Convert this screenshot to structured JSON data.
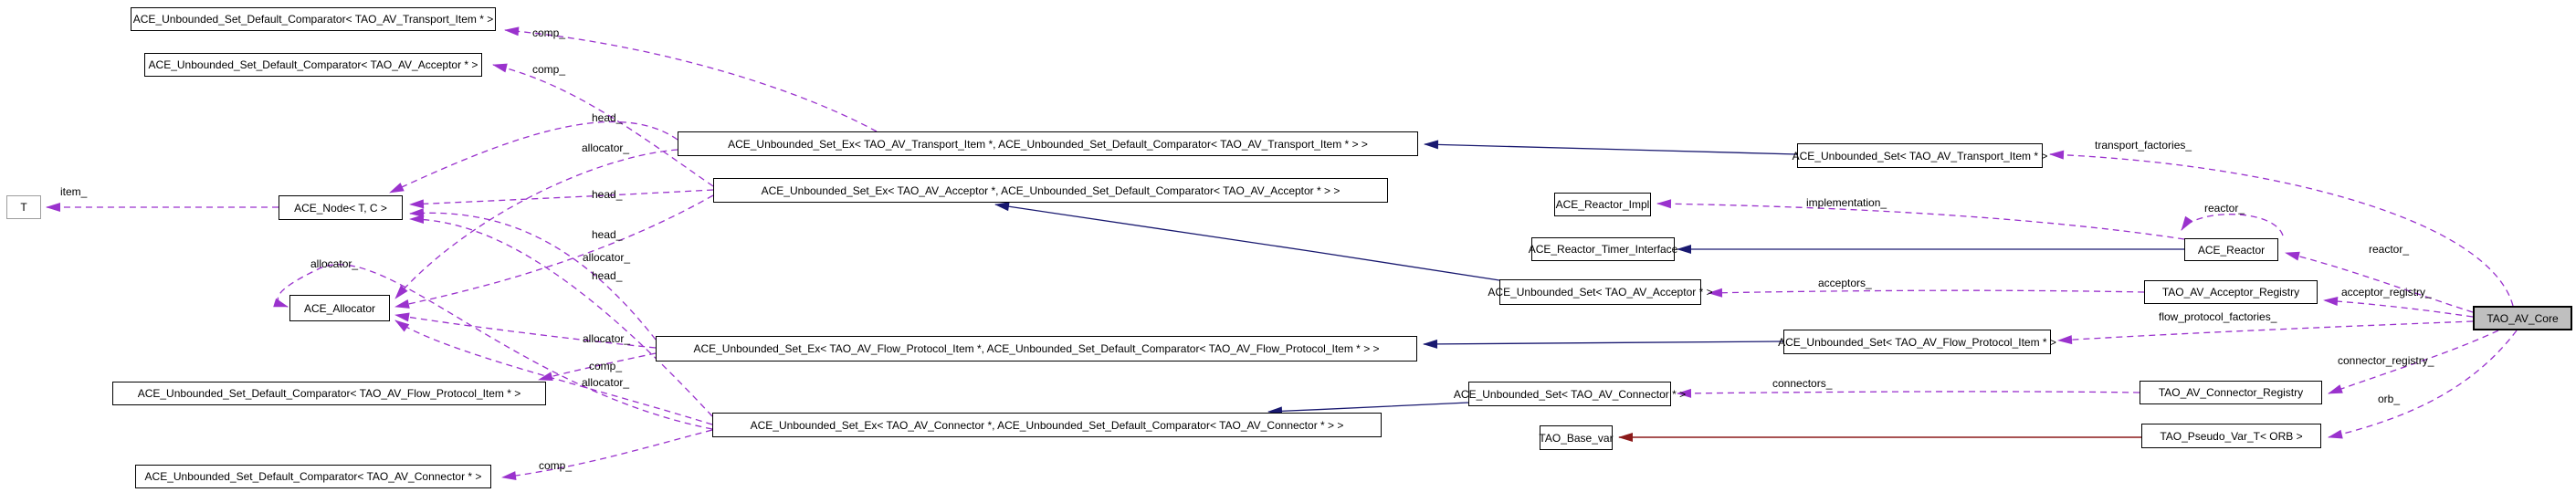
{
  "diagram": {
    "colors": {
      "member_edge": "#9a32cd",
      "inheritance_edge": "#191970",
      "private_inheritance_edge": "#8b1a1a",
      "focus_node_fill": "#bfbfbf",
      "node_border": "#000000",
      "template_param_border": "#9e9e9e"
    },
    "nodes": {
      "cmp_transport": {
        "label": "ACE_Unbounded_Set_Default_Comparator< TAO_AV_Transport_Item * >"
      },
      "cmp_acceptor": {
        "label": "ACE_Unbounded_Set_Default_Comparator< TAO_AV_Acceptor * >"
      },
      "t": {
        "label": "T"
      },
      "node": {
        "label": "ACE_Node< T, C >"
      },
      "allocator": {
        "label": "ACE_Allocator"
      },
      "cmp_flow": {
        "label": "ACE_Unbounded_Set_Default_Comparator< TAO_AV_Flow_Protocol_Item * >"
      },
      "cmp_connector": {
        "label": "ACE_Unbounded_Set_Default_Comparator< TAO_AV_Connector * >"
      },
      "ex_transport": {
        "label": "ACE_Unbounded_Set_Ex< TAO_AV_Transport_Item *, ACE_Unbounded_Set_Default_Comparator< TAO_AV_Transport_Item * > >"
      },
      "ex_acceptor": {
        "label": "ACE_Unbounded_Set_Ex< TAO_AV_Acceptor *, ACE_Unbounded_Set_Default_Comparator< TAO_AV_Acceptor * > >"
      },
      "ex_flow": {
        "label": "ACE_Unbounded_Set_Ex< TAO_AV_Flow_Protocol_Item *, ACE_Unbounded_Set_Default_Comparator< TAO_AV_Flow_Protocol_Item * > >"
      },
      "ex_connector": {
        "label": "ACE_Unbounded_Set_Ex< TAO_AV_Connector *, ACE_Unbounded_Set_Default_Comparator< TAO_AV_Connector * > >"
      },
      "reactor_impl": {
        "label": "ACE_Reactor_Impl"
      },
      "reactor_timer": {
        "label": "ACE_Reactor_Timer_Interface"
      },
      "set_acceptor": {
        "label": "ACE_Unbounded_Set< TAO_AV_Acceptor * >"
      },
      "set_transport": {
        "label": "ACE_Unbounded_Set< TAO_AV_Transport_Item * >"
      },
      "set_flow": {
        "label": "ACE_Unbounded_Set< TAO_AV_Flow_Protocol_Item * >"
      },
      "set_connector": {
        "label": "ACE_Unbounded_Set< TAO_AV_Connector * >"
      },
      "base_var": {
        "label": "TAO_Base_var"
      },
      "reactor": {
        "label": "ACE_Reactor"
      },
      "acceptor_registry": {
        "label": "TAO_AV_Acceptor_Registry"
      },
      "connector_registry": {
        "label": "TAO_AV_Connector_Registry"
      },
      "pseudo_var": {
        "label": "TAO_Pseudo_Var_T< ORB >"
      },
      "core": {
        "label": "TAO_AV_Core"
      }
    },
    "edge_labels": {
      "comp_transport": "comp_",
      "comp_acceptor": "comp_",
      "head_transport": "head_",
      "allocator_transport": "allocator_",
      "item": "item_",
      "head_acceptor": "head_",
      "head_flow": "head_",
      "allocator_acceptor": "allocator_",
      "allocator_left": "allocator_",
      "head_connector": "head_",
      "allocator_flow": "allocator_",
      "comp_flow": "comp_",
      "allocator_connector": "allocator_",
      "comp_connector": "comp_",
      "transport_factories": "transport_factories_",
      "implementation": "implementation_",
      "reactor_self": "reactor_",
      "reactor": "reactor_",
      "acceptors": "acceptors_",
      "acceptor_registry": "acceptor_registry_",
      "flow_protocol_factories": "flow_protocol_factories_",
      "connector_registry": "connector_registry_",
      "connectors": "connectors_",
      "orb": "orb_"
    }
  }
}
